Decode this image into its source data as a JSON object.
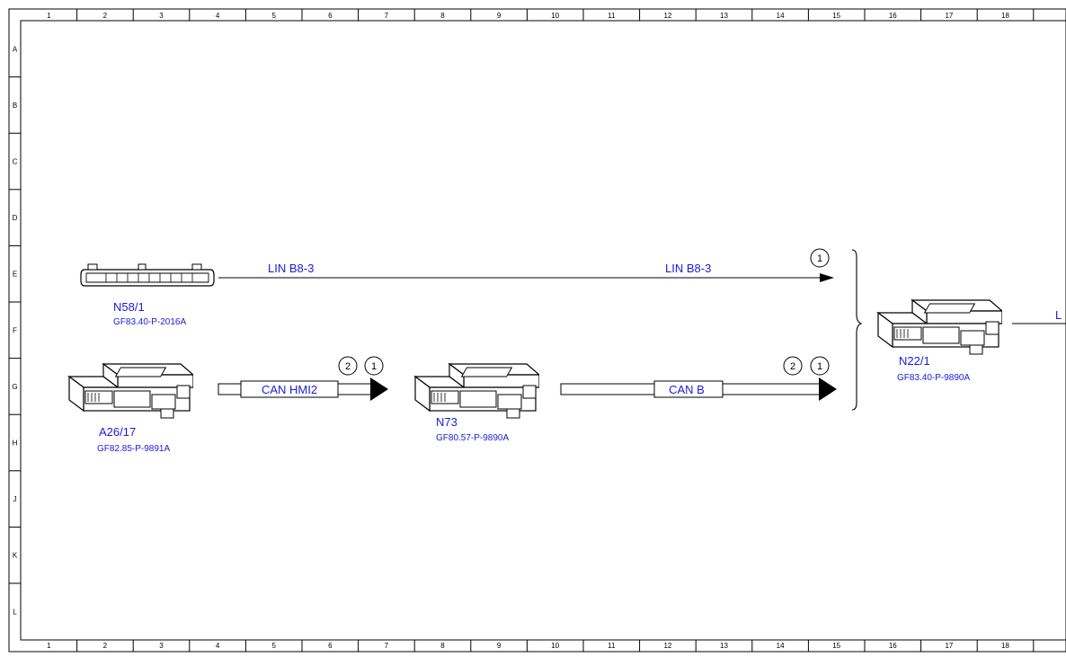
{
  "grid": {
    "columns": [
      "1",
      "2",
      "3",
      "4",
      "5",
      "6",
      "7",
      "8",
      "9",
      "10",
      "11",
      "12",
      "13",
      "14",
      "15",
      "16",
      "17",
      "18"
    ],
    "rows": [
      "A",
      "B",
      "C",
      "D",
      "E",
      "F",
      "G",
      "H",
      "J",
      "K",
      "L"
    ]
  },
  "components": {
    "n58_1": {
      "id": "N58/1",
      "ref": "GF83.40-P-2016A"
    },
    "a26_17": {
      "id": "A26/17",
      "ref": "GF82.85-P-9891A"
    },
    "n73": {
      "id": "N73",
      "ref": "GF80.57-P-9890A"
    },
    "n22_1": {
      "id": "N22/1",
      "ref": "GF83.40-P-9890A"
    }
  },
  "buses": {
    "lin_left": "LIN B8-3",
    "lin_right": "LIN B8-3",
    "can_hmi2": "CAN HMI2",
    "can_b": "CAN B",
    "cut_label": "L"
  },
  "markers": {
    "lin_1": "1",
    "hmi_2": "2",
    "hmi_1": "1",
    "canb_2": "2",
    "canb_1": "1"
  },
  "colors": {
    "label_blue": "#1a1adc",
    "line": "#000000"
  }
}
